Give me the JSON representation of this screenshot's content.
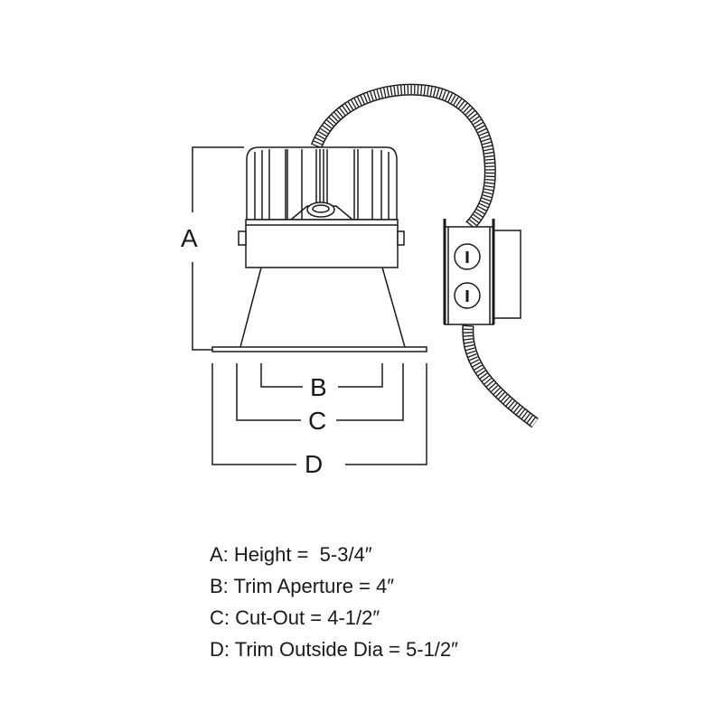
{
  "diagram": {
    "dimension_labels": {
      "a": "A",
      "b": "B",
      "c": "C",
      "d": "D"
    }
  },
  "specs": [
    "A: Height =  5-3/4″",
    "B: Trim Aperture = 4″",
    "C: Cut-Out = 4-1/2″",
    "D: Trim Outside Dia = 5-1/2″"
  ],
  "colors": {
    "line": "#1a1a1a",
    "background": "#ffffff"
  }
}
